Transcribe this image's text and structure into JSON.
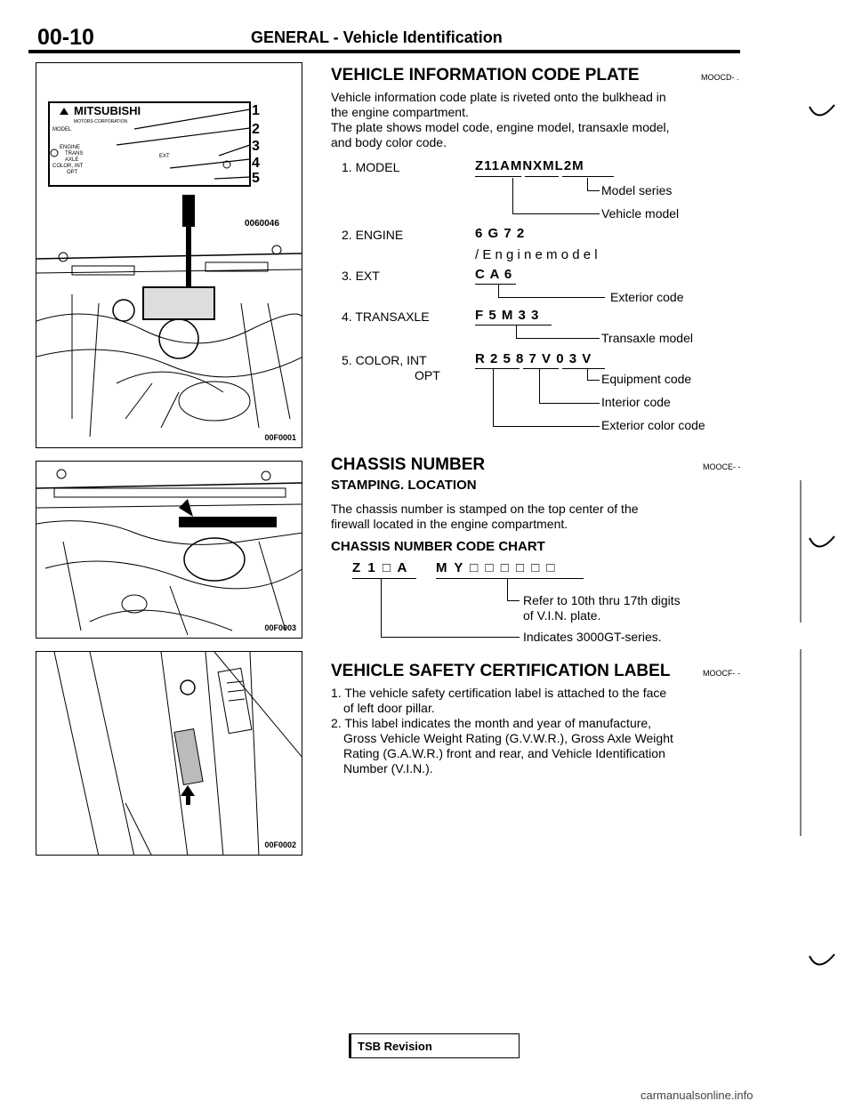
{
  "header": {
    "page_number": "00-10",
    "title": "GENERAL - Vehicle Identification"
  },
  "figures": {
    "plate": {
      "code": "0060046",
      "brand": "MITSUBISHI",
      "brand_sub": "MOTORS CORPORATION",
      "labels": [
        "MODEL",
        "ENGINE",
        "TRANS",
        "AXLE",
        "COLOR, INT",
        "OPT",
        "EXT"
      ],
      "callouts": [
        "1",
        "2",
        "3",
        "4",
        "5"
      ]
    },
    "engine1": {
      "code": "00F0001"
    },
    "engine2": {
      "code": "00F0003"
    },
    "pillar": {
      "code": "00F0002"
    }
  },
  "section1": {
    "title": "VEHICLE INFORMATION CODE PLATE",
    "code": "MOOCD- .",
    "lines": [
      "Vehicle information code plate is riveted onto the bulkhead in",
      "the engine compartment.",
      "The plate shows model code, engine model, transaxle model,",
      "and body color code."
    ],
    "items": [
      {
        "label": "1. MODEL",
        "code": "Z11AMNXML2M",
        "descs": [
          "Model series",
          "Vehicle model"
        ]
      },
      {
        "label": "2. ENGINE",
        "code": "6 G 7 2",
        "descs": [
          "/ E n g i n e   m o d e l"
        ]
      },
      {
        "label": "3. EXT",
        "code": "C A 6",
        "descs": [
          "Exterior code"
        ]
      },
      {
        "label": "4. TRANSAXLE",
        "code": "F 5 M 3 3",
        "descs": [
          "Transaxle model"
        ]
      },
      {
        "label": "5. COLOR, INT",
        "label2": "OPT",
        "code": "R 2 5 8 7 V 0 3 V",
        "descs": [
          "Equipment code",
          "Interior code",
          "Exterior color code"
        ]
      }
    ]
  },
  "section2": {
    "title": "CHASSIS NUMBER",
    "code": "MOOCE- -",
    "subtitle": "STAMPING. LOCATION",
    "lines": [
      "The chassis number is stamped on the top center of the",
      "firewall located in the engine compartment."
    ],
    "chart_title": "CHASSIS NUMBER CODE CHART",
    "code_part1": "Z 1 □ A",
    "code_part2": "M Y □ □ □ □ □ □",
    "descs": [
      "Refer to 10th thru 17th digits",
      "of V.I.N. plate.",
      "Indicates 3000GT-series."
    ]
  },
  "section3": {
    "title": "VEHICLE SAFETY CERTIFICATION LABEL",
    "code": "MOOCF- -",
    "lines": [
      "1. The vehicle safety certification label is attached to the face",
      "of left door pillar.",
      "2. This label indicates the month and year of manufacture,",
      "Gross Vehicle Weight Rating (G.V.W.R.), Gross Axle Weight",
      "Rating (G.A.W.R.) front and rear, and Vehicle Identification",
      "Number (V.I.N.)."
    ]
  },
  "footer": {
    "label": "TSB Revision"
  },
  "watermark": "carmanualsonline.info"
}
